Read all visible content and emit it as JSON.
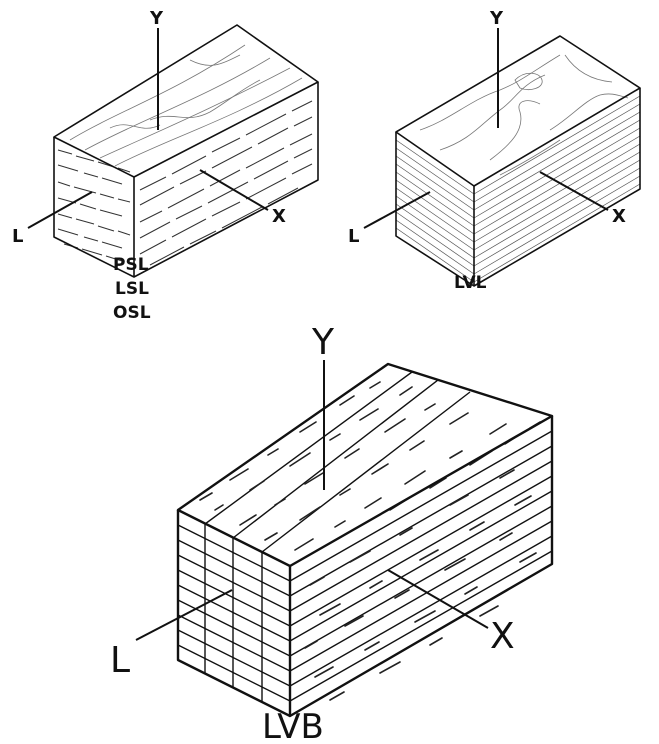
{
  "panels": {
    "top_left": {
      "axes": {
        "y": "Y",
        "x": "X",
        "l": "L"
      },
      "captions": [
        "PSL",
        "LSL",
        "OSL"
      ]
    },
    "top_right": {
      "axes": {
        "y": "Y",
        "x": "X",
        "l": "L"
      },
      "captions": [
        "LVL"
      ]
    },
    "bottom": {
      "axes": {
        "y": "Y",
        "x": "X",
        "l": "L"
      },
      "captions": [
        "LVB"
      ]
    }
  }
}
